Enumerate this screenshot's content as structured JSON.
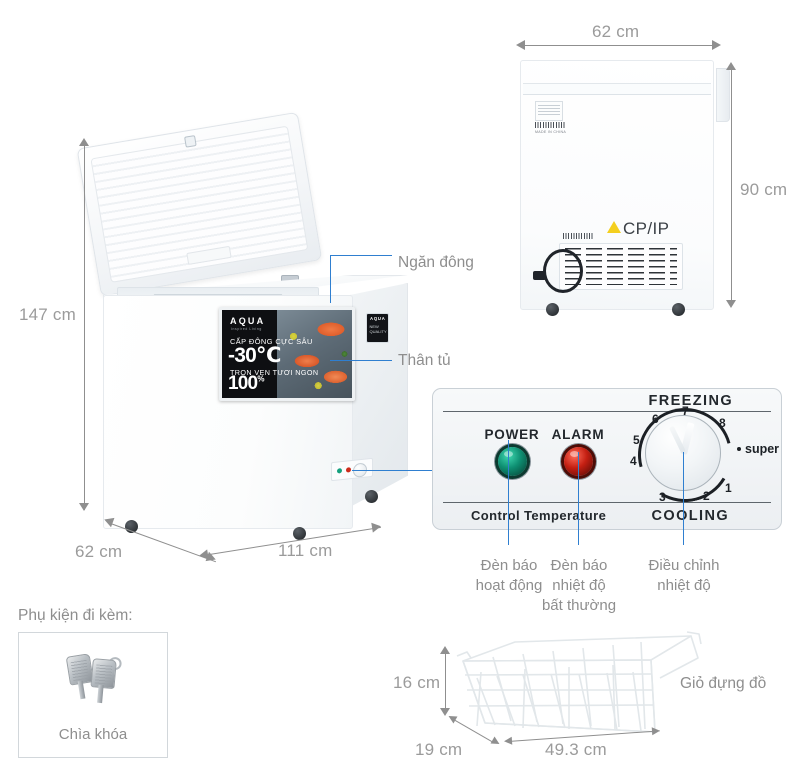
{
  "product": {
    "brand": "AQUA",
    "type": "chest-freezer-spec-diagram"
  },
  "main_view": {
    "dimensions": {
      "height": "147 cm",
      "depth": "62 cm",
      "width": "111 cm"
    },
    "sticker": {
      "logo": "AQUA",
      "sublogo": "Inspired Living",
      "line1": "CẤP ĐÔNG CỰC SÂU",
      "temperature": "-30℃",
      "line2": "TRỌN VẸN TƯƠI NGON",
      "percent": "100",
      "percent_sup": "%"
    },
    "badge": {
      "logo": "AQUA",
      "text": "NEW\nQUALITY"
    },
    "annotations": [
      {
        "label": "Ngăn đông"
      },
      {
        "label": "Thân tủ"
      }
    ]
  },
  "rear_view": {
    "dimensions": {
      "width": "62 cm",
      "height": "90 cm"
    },
    "warning_label": "CP/IP",
    "made_in": "MADE IN CHINA"
  },
  "control_panel": {
    "freezing_label": "FREEZING",
    "cooling_label": "COOLING",
    "control_temperature_label": "Control Temperature",
    "power_label": "POWER",
    "alarm_label": "ALARM",
    "power_color": "#0e8f72",
    "alarm_color": "#c41f12",
    "dial_numbers": [
      "1",
      "2",
      "3",
      "4",
      "5",
      "6",
      "7",
      "8"
    ],
    "super_label": "super",
    "callouts": [
      {
        "label": "Đèn báo\nhoạt động",
        "line1": "Đèn báo",
        "line2": "hoạt động",
        "line3": ""
      },
      {
        "label": "Đèn báo nhiệt độ bất thường",
        "line1": "Đèn báo",
        "line2": "nhiệt độ",
        "line3": "bất thường"
      },
      {
        "label": "Điều chỉnh nhiệt độ",
        "line1": "Điều chỉnh",
        "line2": "nhiệt độ",
        "line3": ""
      }
    ]
  },
  "accessories": {
    "title": "Phụ kiện đi kèm:",
    "items": [
      {
        "name": "Chìa khóa"
      }
    ]
  },
  "basket": {
    "label": "Giỏ đựng đồ",
    "dimensions": {
      "height": "16 cm",
      "depth": "19 cm",
      "width": "49.3 cm"
    }
  },
  "colors": {
    "leader_line": "#2f7fd0",
    "dimension_text": "#9b9b9b",
    "annotation_text": "#8e8e8e"
  }
}
